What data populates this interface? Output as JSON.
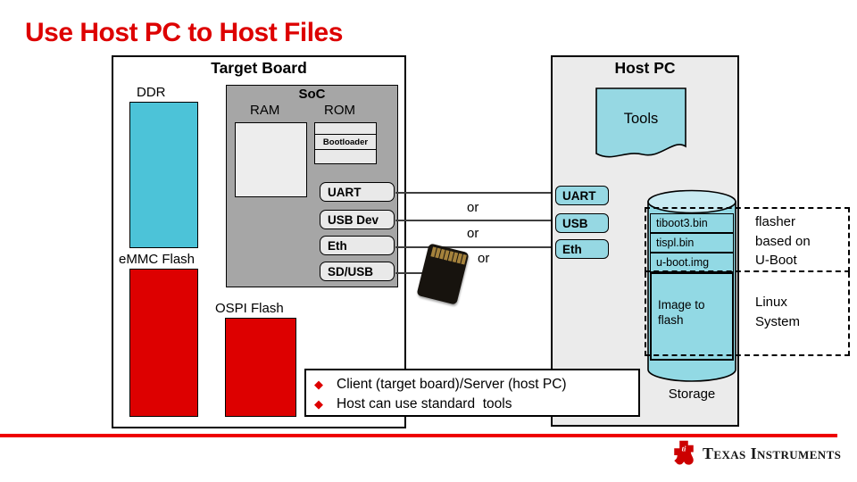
{
  "title": "Use Host PC to Host Files",
  "target_board": {
    "title": "Target Board",
    "ddr_label": "DDR",
    "emmc_label": "eMMC Flash",
    "ospi_label": "OSPI Flash",
    "soc": {
      "title": "SoC",
      "ram_label": "RAM",
      "rom_label": "ROM",
      "bootloader_label": "Bootloader",
      "ports": [
        "UART",
        "USB Dev",
        "Eth",
        "SD/USB"
      ]
    }
  },
  "connections": {
    "or_labels": [
      "or",
      "or",
      "or"
    ]
  },
  "host_pc": {
    "title": "Host PC",
    "tools_label": "Tools",
    "ports": [
      "UART",
      "USB",
      "Eth"
    ],
    "storage": {
      "label": "Storage",
      "files": [
        "tiboot3.bin",
        "tispl.bin",
        "u-boot.img"
      ],
      "image_lines": [
        "Image to",
        "flash"
      ]
    }
  },
  "annotations": {
    "flasher_lines": [
      "flasher",
      "based on",
      "U-Boot"
    ],
    "linux_lines": [
      "Linux",
      "System"
    ]
  },
  "bullets": [
    "Client (target board)/Server (host PC)",
    "Host can use standard  tools"
  ],
  "footer": {
    "brand": "Texas Instruments"
  },
  "colors": {
    "title_red": "#dd0000",
    "chip_red": "#dd0000",
    "ddr_cyan": "#4cc3d8",
    "host_cyan": "#96d8e3",
    "cylinder_cyan": "#92d9e4",
    "cylinder_top": "#c9ebf2",
    "soc_gray": "#a6a6a6",
    "host_bg": "#ebebeb",
    "footer_red": "#ee0000"
  }
}
